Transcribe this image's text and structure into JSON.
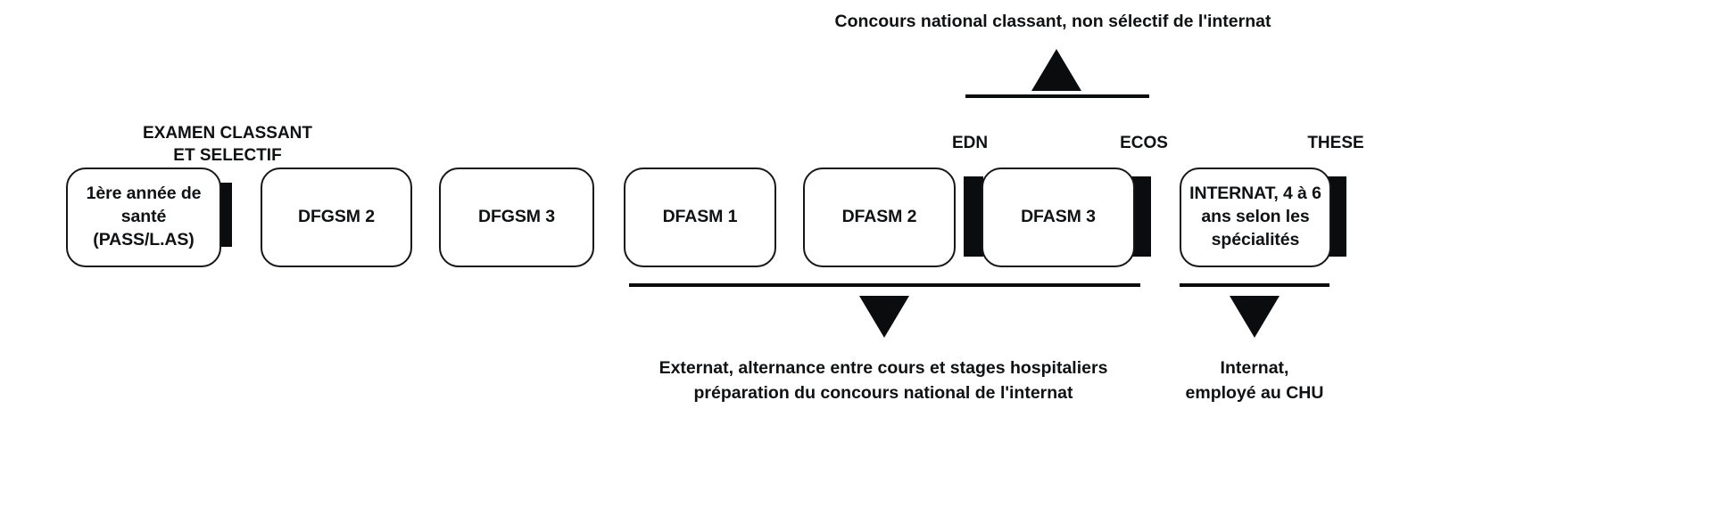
{
  "diagram": {
    "title_top": "Concours national classant, non sélectif de l'internat",
    "background_color": "#ffffff",
    "ink_color": "#0b0c0e",
    "stages": [
      {
        "id": "pass-las",
        "label": "1ère année de\nsanté (PASS/L.AS)"
      },
      {
        "id": "dfgsm2",
        "label": "DFGSM 2"
      },
      {
        "id": "dfgsm3",
        "label": "DFGSM 3"
      },
      {
        "id": "dfasm1",
        "label": "DFASM 1"
      },
      {
        "id": "dfasm2",
        "label": "DFASM 2"
      },
      {
        "id": "dfasm3",
        "label": "DFASM 3"
      },
      {
        "id": "internat",
        "label": "INTERNAT, 4 à 6\nans selon les\nspécialités"
      }
    ],
    "gate_labels": [
      {
        "id": "examen-classant",
        "text": "EXAMEN CLASSANT\nET SELECTIF"
      },
      {
        "id": "edn",
        "text": "EDN"
      },
      {
        "id": "ecos",
        "text": "ECOS"
      },
      {
        "id": "these",
        "text": "THESE"
      }
    ],
    "annotations": [
      {
        "id": "externat",
        "text": "Externat, alternance entre cours et stages hospitaliers\npréparation du concours national de l'internat"
      },
      {
        "id": "internat-chu",
        "text": "Internat,\nemployé au CHU"
      }
    ]
  }
}
